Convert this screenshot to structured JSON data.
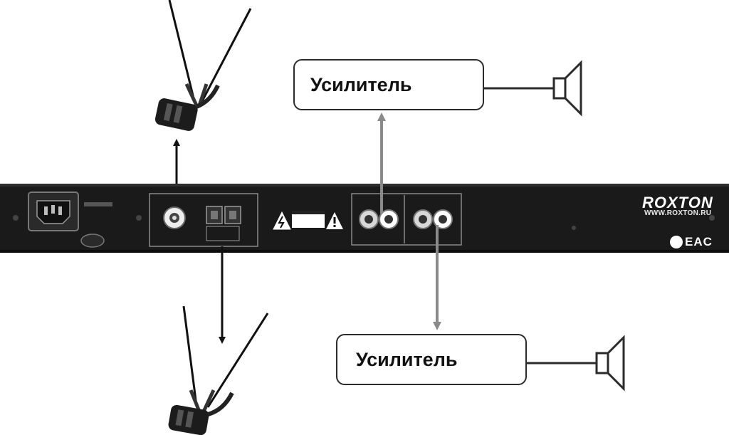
{
  "amplifiers": {
    "top_label": "Усилитель",
    "bottom_label": "Усилитель"
  },
  "panel": {
    "brand": "ROXTON",
    "website": "WWW.ROXTON.RU",
    "cert_mark": "EAC"
  },
  "colors": {
    "panel": "#1a1a1a",
    "outline": "#2b2b2b",
    "grey_arrow": "#8a8a8a",
    "black_arrow": "#111111",
    "background": "#ffffff"
  },
  "icons": [
    "antenna-icon",
    "speaker-icon",
    "warning-icon",
    "power-socket-icon",
    "rca-jack-icon"
  ]
}
